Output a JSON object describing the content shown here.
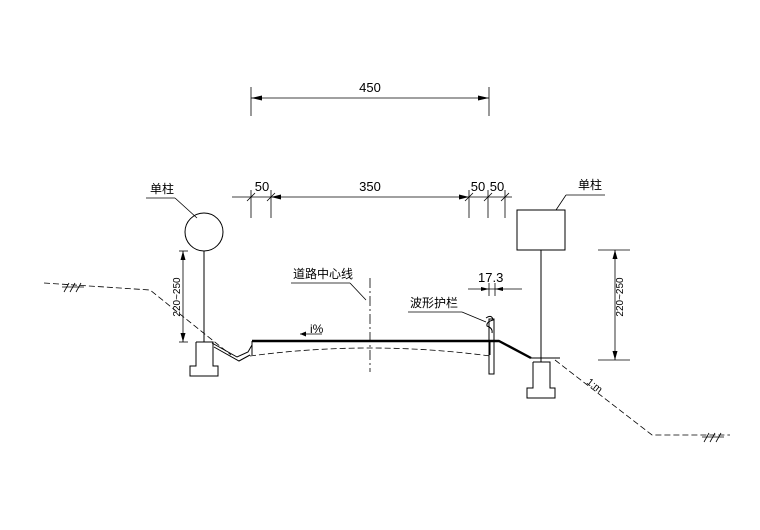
{
  "dimensions": {
    "overall_width": "450",
    "left_shoulder": "50",
    "carriageway": "350",
    "right_shoulder_a": "50",
    "right_shoulder_b": "50",
    "guardrail_offset": "17.3",
    "left_height": "220~250",
    "right_height": "220~250"
  },
  "labels": {
    "left_sign": "单柱",
    "right_sign": "单柱",
    "centerline": "道路中心线",
    "guardrail": "波形护栏",
    "crossfall": "i%",
    "slope": "1:m"
  }
}
